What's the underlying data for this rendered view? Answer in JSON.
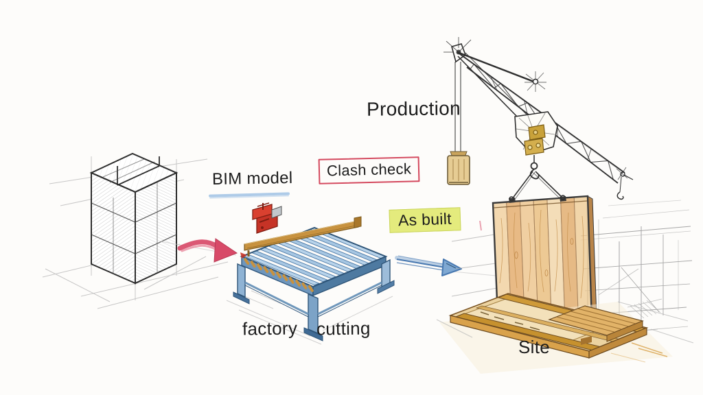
{
  "diagram": {
    "type": "hand-drawn construction workflow sketch",
    "labels": {
      "production": "Production",
      "bim_model": "BIM model",
      "clash_check": "Clash check",
      "as_built": "As built",
      "factory": "factory",
      "cutting": "cutting",
      "site": "Site"
    },
    "illustrations": [
      {
        "name": "building-model-sketch",
        "meaning": "isometric pencil sketch of modular building block"
      },
      {
        "name": "workflow-arrow-red",
        "meaning": "red hand-drawn arrow from model to factory"
      },
      {
        "name": "cnc-cutting-machine",
        "meaning": "blue CNC cutting table with orange gantry and red carriage"
      },
      {
        "name": "workflow-arrow-blue",
        "meaning": "blue hand-drawn arrow from factory to site"
      },
      {
        "name": "crane-sketch",
        "meaning": "lattice-boom crane with counterweight, hook and slings"
      },
      {
        "name": "timber-wall-panel",
        "meaning": "prefabricated timber plank wall panel on slings"
      },
      {
        "name": "site-platform",
        "meaning": "timber deck platform foundation"
      },
      {
        "name": "background-frame-sketch",
        "meaning": "faint pencil building frame behind site"
      }
    ],
    "colors": {
      "background": "#fdfcfa",
      "ink": "#1c1c1c",
      "pencil": "#9a9a9a",
      "arrow_red": "#d84a68",
      "arrow_blue": "#4878b0",
      "bim_underline": "#aecbe8",
      "clash_box": "#d4495e",
      "as_built_bg": "#e4eb7d",
      "as_built_border": "#c9d45c",
      "machine_blue": "#4e7aa1",
      "machine_blue_light": "#b8d3ea",
      "gantry_orange": "#c8923f",
      "carriage_red": "#c63326",
      "crane_gold": "#c9a23a",
      "wood_light": "#f0cd97",
      "wood_mid": "#e2a55e",
      "wood_dark": "#8a5a28"
    }
  }
}
